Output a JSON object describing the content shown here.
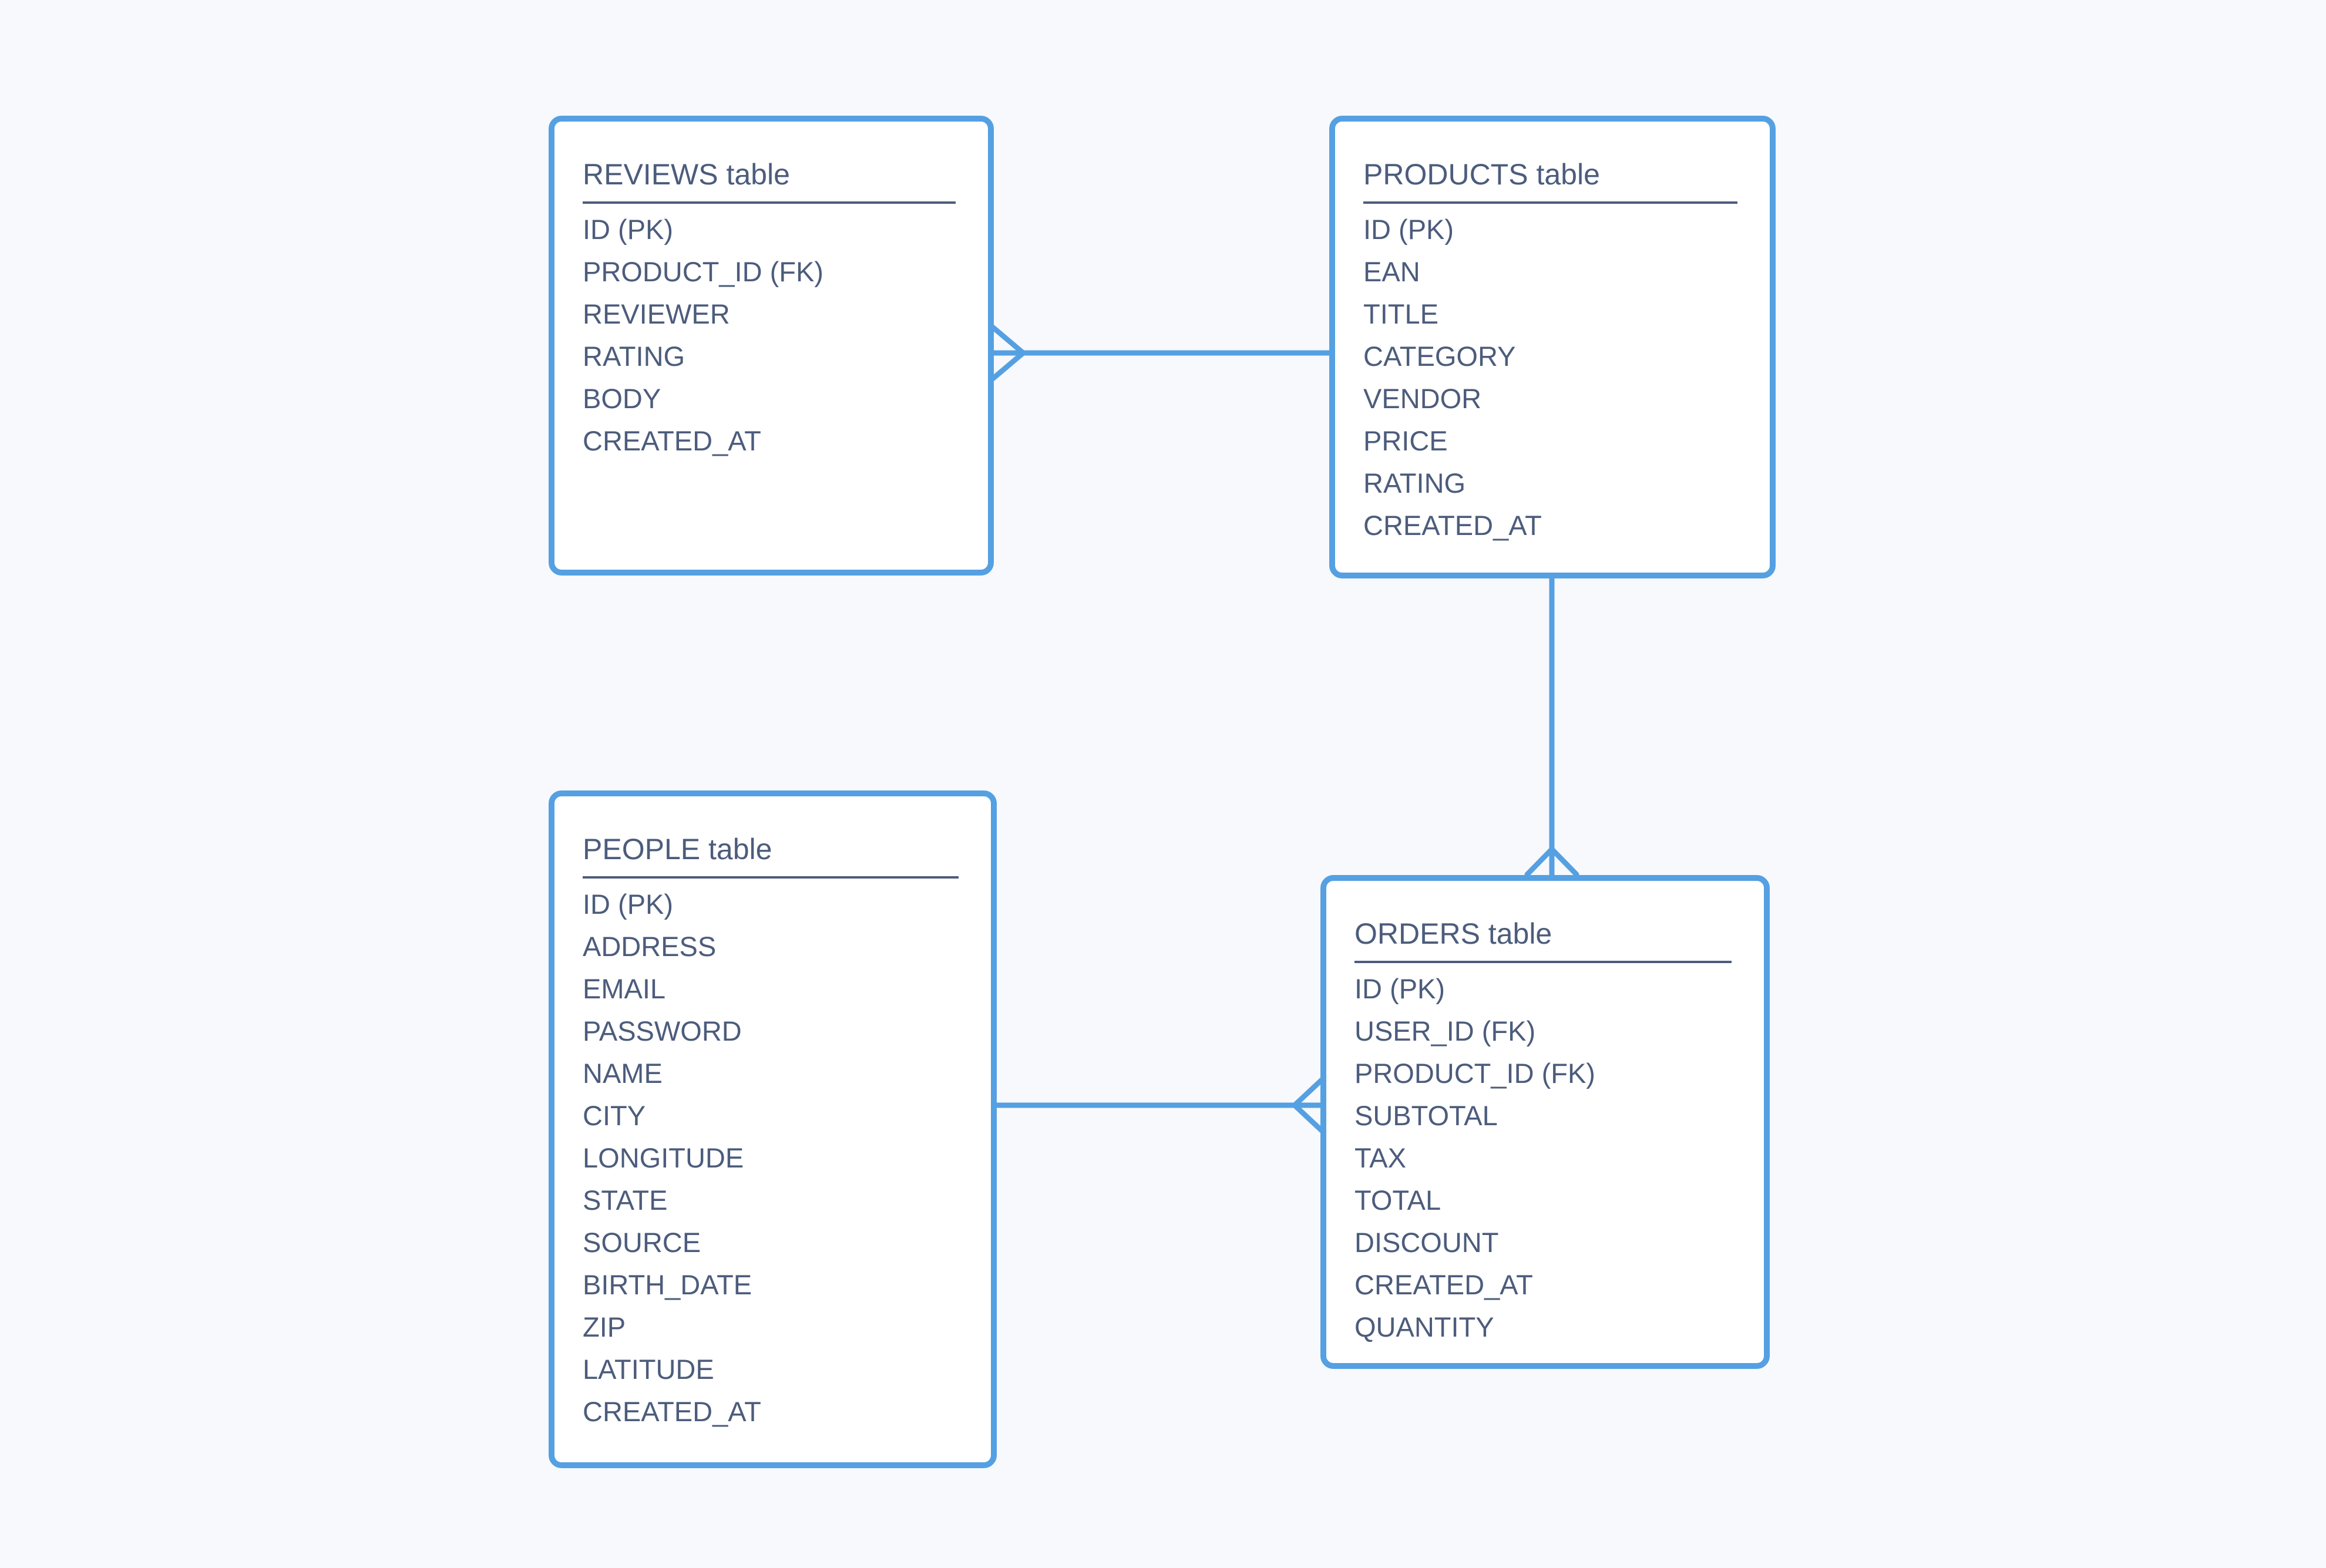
{
  "diagram": {
    "type": "entity-relationship",
    "colors": {
      "accent": "#55a0e2",
      "text": "#4c5c7c",
      "background": "#f7f9fc",
      "entity_fill": "#ffffff"
    },
    "tables": [
      {
        "name": "REVIEWS",
        "title": "REVIEWS table",
        "fields": [
          "ID (PK)",
          "PRODUCT_ID (FK)",
          "REVIEWER",
          "RATING",
          "BODY",
          "CREATED_AT"
        ]
      },
      {
        "name": "PRODUCTS",
        "title": "PRODUCTS table",
        "fields": [
          "ID (PK)",
          "EAN",
          "TITLE",
          "CATEGORY",
          "VENDOR",
          "PRICE",
          "RATING",
          "CREATED_AT"
        ]
      },
      {
        "name": "PEOPLE",
        "title": "PEOPLE table",
        "fields": [
          "ID (PK)",
          "ADDRESS",
          "EMAIL",
          "PASSWORD",
          "NAME",
          "CITY",
          "LONGITUDE",
          "STATE",
          "SOURCE",
          "BIRTH_DATE",
          "ZIP",
          "LATITUDE",
          "CREATED_AT"
        ]
      },
      {
        "name": "ORDERS",
        "title": "ORDERS table",
        "fields": [
          "ID (PK)",
          "USER_ID (FK)",
          "PRODUCT_ID (FK)",
          "SUBTOTAL",
          "TAX",
          "TOTAL",
          "DISCOUNT",
          "CREATED_AT",
          "QUANTITY"
        ]
      }
    ],
    "relationships": [
      {
        "one_side": "PRODUCTS",
        "many_side": "REVIEWS",
        "cardinality": "one-to-many"
      },
      {
        "one_side": "PRODUCTS",
        "many_side": "ORDERS",
        "cardinality": "one-to-many"
      },
      {
        "one_side": "PEOPLE",
        "many_side": "ORDERS",
        "cardinality": "one-to-many"
      }
    ]
  }
}
